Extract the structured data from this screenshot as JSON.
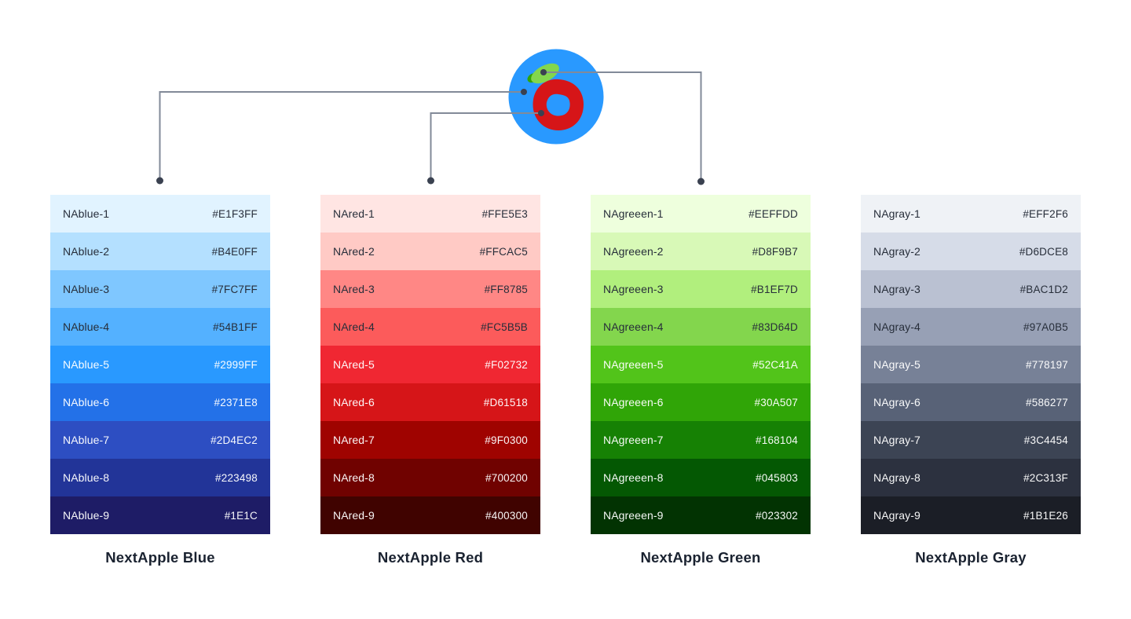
{
  "logo": {
    "label": "NextApple apple logo",
    "circle_color": "#2999FF",
    "apple_color": "#D61518",
    "leaf_color": "#83D64D",
    "leaf_tip_color": "#30A507"
  },
  "connectors": {
    "line_color": "#828A98",
    "dot_color": "#3A4150"
  },
  "palettes": [
    {
      "title": "NextApple Blue",
      "rows": [
        {
          "name": "NAblue-1",
          "hex": "#E1F3FF",
          "bg": "#E1F3FF",
          "text": "dark"
        },
        {
          "name": "NAblue-2",
          "hex": "#B4E0FF",
          "bg": "#B4E0FF",
          "text": "dark"
        },
        {
          "name": "NAblue-3",
          "hex": "#7FC7FF",
          "bg": "#7FC7FF",
          "text": "dark"
        },
        {
          "name": "NAblue-4",
          "hex": "#54B1FF",
          "bg": "#54B1FF",
          "text": "dark"
        },
        {
          "name": "NAblue-5",
          "hex": "#2999FF",
          "bg": "#2999FF",
          "text": "light"
        },
        {
          "name": "NAblue-6",
          "hex": "#2371E8",
          "bg": "#2371E8",
          "text": "light"
        },
        {
          "name": "NAblue-7",
          "hex": "#2D4EC2",
          "bg": "#2D4EC2",
          "text": "light"
        },
        {
          "name": "NAblue-8",
          "hex": "#223498",
          "bg": "#223498",
          "text": "light"
        },
        {
          "name": "NAblue-9",
          "hex": "#1E1C",
          "bg": "#1E1C66",
          "text": "light"
        }
      ]
    },
    {
      "title": "NextApple Red",
      "rows": [
        {
          "name": "NAred-1",
          "hex": "#FFE5E3",
          "bg": "#FFE5E3",
          "text": "dark"
        },
        {
          "name": "NAred-2",
          "hex": "#FFCAC5",
          "bg": "#FFCAC5",
          "text": "dark"
        },
        {
          "name": "NAred-3",
          "hex": "#FF8785",
          "bg": "#FF8785",
          "text": "dark"
        },
        {
          "name": "NAred-4",
          "hex": "#FC5B5B",
          "bg": "#FC5B5B",
          "text": "dark"
        },
        {
          "name": "NAred-5",
          "hex": "#F02732",
          "bg": "#F02732",
          "text": "light"
        },
        {
          "name": "NAred-6",
          "hex": "#D61518",
          "bg": "#D61518",
          "text": "light"
        },
        {
          "name": "NAred-7",
          "hex": "#9F0300",
          "bg": "#9F0300",
          "text": "light"
        },
        {
          "name": "NAred-8",
          "hex": "#700200",
          "bg": "#700200",
          "text": "light"
        },
        {
          "name": "NAred-9",
          "hex": "#400300",
          "bg": "#400300",
          "text": "light"
        }
      ]
    },
    {
      "title": "NextApple Green",
      "rows": [
        {
          "name": "NAgreeen-1",
          "hex": "#EEFFDD",
          "bg": "#EEFFDD",
          "text": "dark"
        },
        {
          "name": "NAgreeen-2",
          "hex": "#D8F9B7",
          "bg": "#D8F9B7",
          "text": "dark"
        },
        {
          "name": "NAgreeen-3",
          "hex": "#B1EF7D",
          "bg": "#B1EF7D",
          "text": "dark"
        },
        {
          "name": "NAgreeen-4",
          "hex": "#83D64D",
          "bg": "#83D64D",
          "text": "dark"
        },
        {
          "name": "NAgreeen-5",
          "hex": "#52C41A",
          "bg": "#52C41A",
          "text": "light"
        },
        {
          "name": "NAgreeen-6",
          "hex": "#30A507",
          "bg": "#30A507",
          "text": "light"
        },
        {
          "name": "NAgreeen-7",
          "hex": "#168104",
          "bg": "#168104",
          "text": "light"
        },
        {
          "name": "NAgreeen-8",
          "hex": "#045803",
          "bg": "#045803",
          "text": "light"
        },
        {
          "name": "NAgreeen-9",
          "hex": "#023302",
          "bg": "#023302",
          "text": "light"
        }
      ]
    },
    {
      "title": "NextApple Gray",
      "rows": [
        {
          "name": "NAgray-1",
          "hex": "#EFF2F6",
          "bg": "#EFF2F6",
          "text": "dark"
        },
        {
          "name": "NAgray-2",
          "hex": "#D6DCE8",
          "bg": "#D6DCE8",
          "text": "dark"
        },
        {
          "name": "NAgray-3",
          "hex": "#BAC1D2",
          "bg": "#BAC1D2",
          "text": "dark"
        },
        {
          "name": "NAgray-4",
          "hex": "#97A0B5",
          "bg": "#97A0B5",
          "text": "dark"
        },
        {
          "name": "NAgray-5",
          "hex": "#778197",
          "bg": "#778197",
          "text": "light"
        },
        {
          "name": "NAgray-6",
          "hex": "#586277",
          "bg": "#586277",
          "text": "light"
        },
        {
          "name": "NAgray-7",
          "hex": "#3C4454",
          "bg": "#3C4454",
          "text": "light"
        },
        {
          "name": "NAgray-8",
          "hex": "#2C313F",
          "bg": "#2C313F",
          "text": "light"
        },
        {
          "name": "NAgray-9",
          "hex": "#1B1E26",
          "bg": "#1B1E26",
          "text": "light"
        }
      ]
    }
  ]
}
